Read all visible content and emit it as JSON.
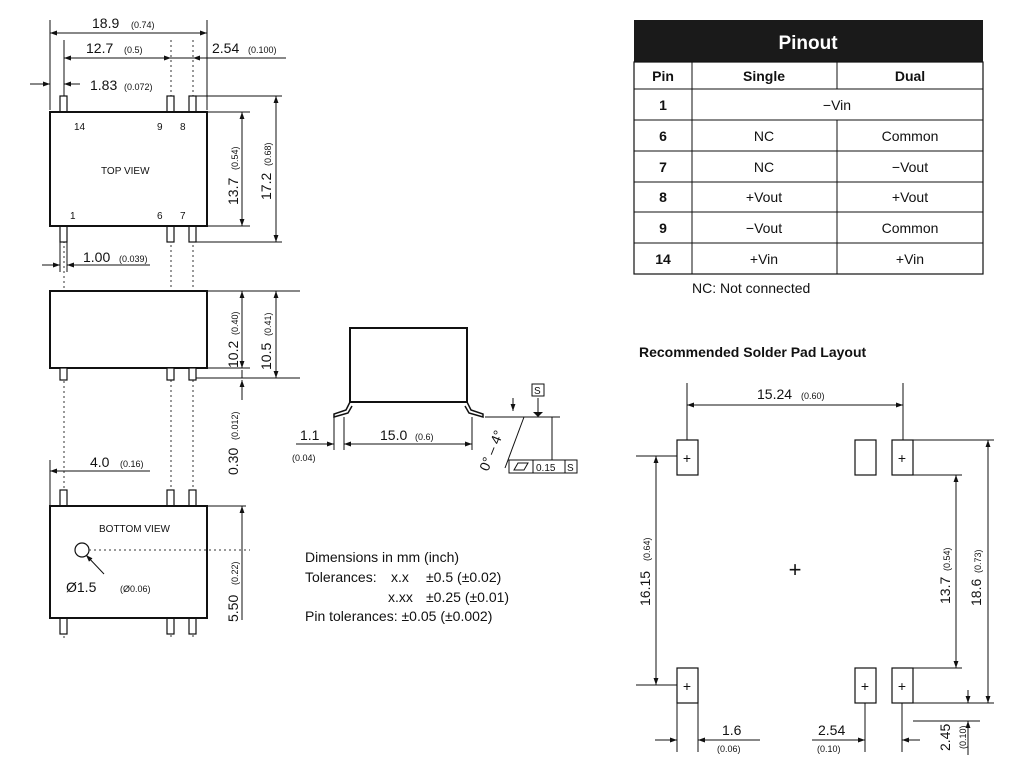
{
  "top_view": {
    "dim_overall": "18.9",
    "dim_overall_in": "(0.74)",
    "dim_pitch": "12.7",
    "dim_pitch_in": "(0.5)",
    "dim_side": "2.54",
    "dim_side_in": "(0.100)",
    "dim_offset": "1.83",
    "dim_offset_in": "(0.072)",
    "label": "TOP VIEW",
    "pins": [
      "14",
      "9",
      "8",
      "1",
      "6",
      "7"
    ],
    "dim_body_h": "13.7",
    "dim_body_h_in": "(0.54)",
    "dim_total_h": "17.2",
    "dim_total_h_in": "(0.68)",
    "dim_pin_w": "1.00",
    "dim_pin_w_in": "(0.039)"
  },
  "side_view": {
    "dim_h": "10.2",
    "dim_h_in": "(0.40)",
    "dim_h2": "10.5",
    "dim_h2_in": "(0.41)",
    "dim_standoff": "0.30",
    "dim_standoff_in": "(0.012)"
  },
  "bottom_view": {
    "dim_marker": "4.0",
    "dim_marker_in": "(0.16)",
    "label": "BOTTOM VIEW",
    "dim_hole": "Ø1.5",
    "dim_hole_in": "(Ø0.06)",
    "dim_h": "5.50",
    "dim_h_in": "(0.22)"
  },
  "end_view": {
    "dim_lead": "1.1",
    "dim_lead_in": "(0.04)",
    "dim_width": "15.0",
    "dim_width_in": "(0.6)",
    "angle": "0° – 4°",
    "datum": "S",
    "flatness": "0.15",
    "flatness_datum": "S"
  },
  "notes": {
    "line1": "Dimensions in mm (inch)",
    "tol_label": "Tolerances:",
    "tol1_fmt": "x.x",
    "tol1_val": "±0.5 (±0.02)",
    "tol2_fmt": "x.xx",
    "tol2_val": "±0.25 (±0.01)",
    "pin_tol": "Pin tolerances: ±0.05 (±0.002)"
  },
  "pinout": {
    "title": "Pinout",
    "headers": [
      "Pin",
      "Single",
      "Dual"
    ],
    "rows": [
      {
        "pin": "1",
        "single": "−Vin",
        "dual": ""
      },
      {
        "pin": "6",
        "single": "NC",
        "dual": "Common"
      },
      {
        "pin": "7",
        "single": "NC",
        "dual": "−Vout"
      },
      {
        "pin": "8",
        "single": "+Vout",
        "dual": "+Vout"
      },
      {
        "pin": "9",
        "single": "−Vout",
        "dual": "Common"
      },
      {
        "pin": "14",
        "single": "+Vin",
        "dual": "+Vin"
      }
    ],
    "footnote": "NC: Not connected"
  },
  "solder": {
    "title": "Recommended Solder Pad Layout",
    "dim_w": "15.24",
    "dim_w_in": "(0.60)",
    "dim_h": "16.15",
    "dim_h_in": "(0.64)",
    "dim_inner": "13.7",
    "dim_inner_in": "(0.54)",
    "dim_outer": "18.6",
    "dim_outer_in": "(0.73)",
    "dim_pad": "1.6",
    "dim_pad_in": "(0.06)",
    "dim_pitch": "2.54",
    "dim_pitch_in": "(0.10)",
    "dim_pad_h": "2.45",
    "dim_pad_h_in": "(0.10)"
  }
}
